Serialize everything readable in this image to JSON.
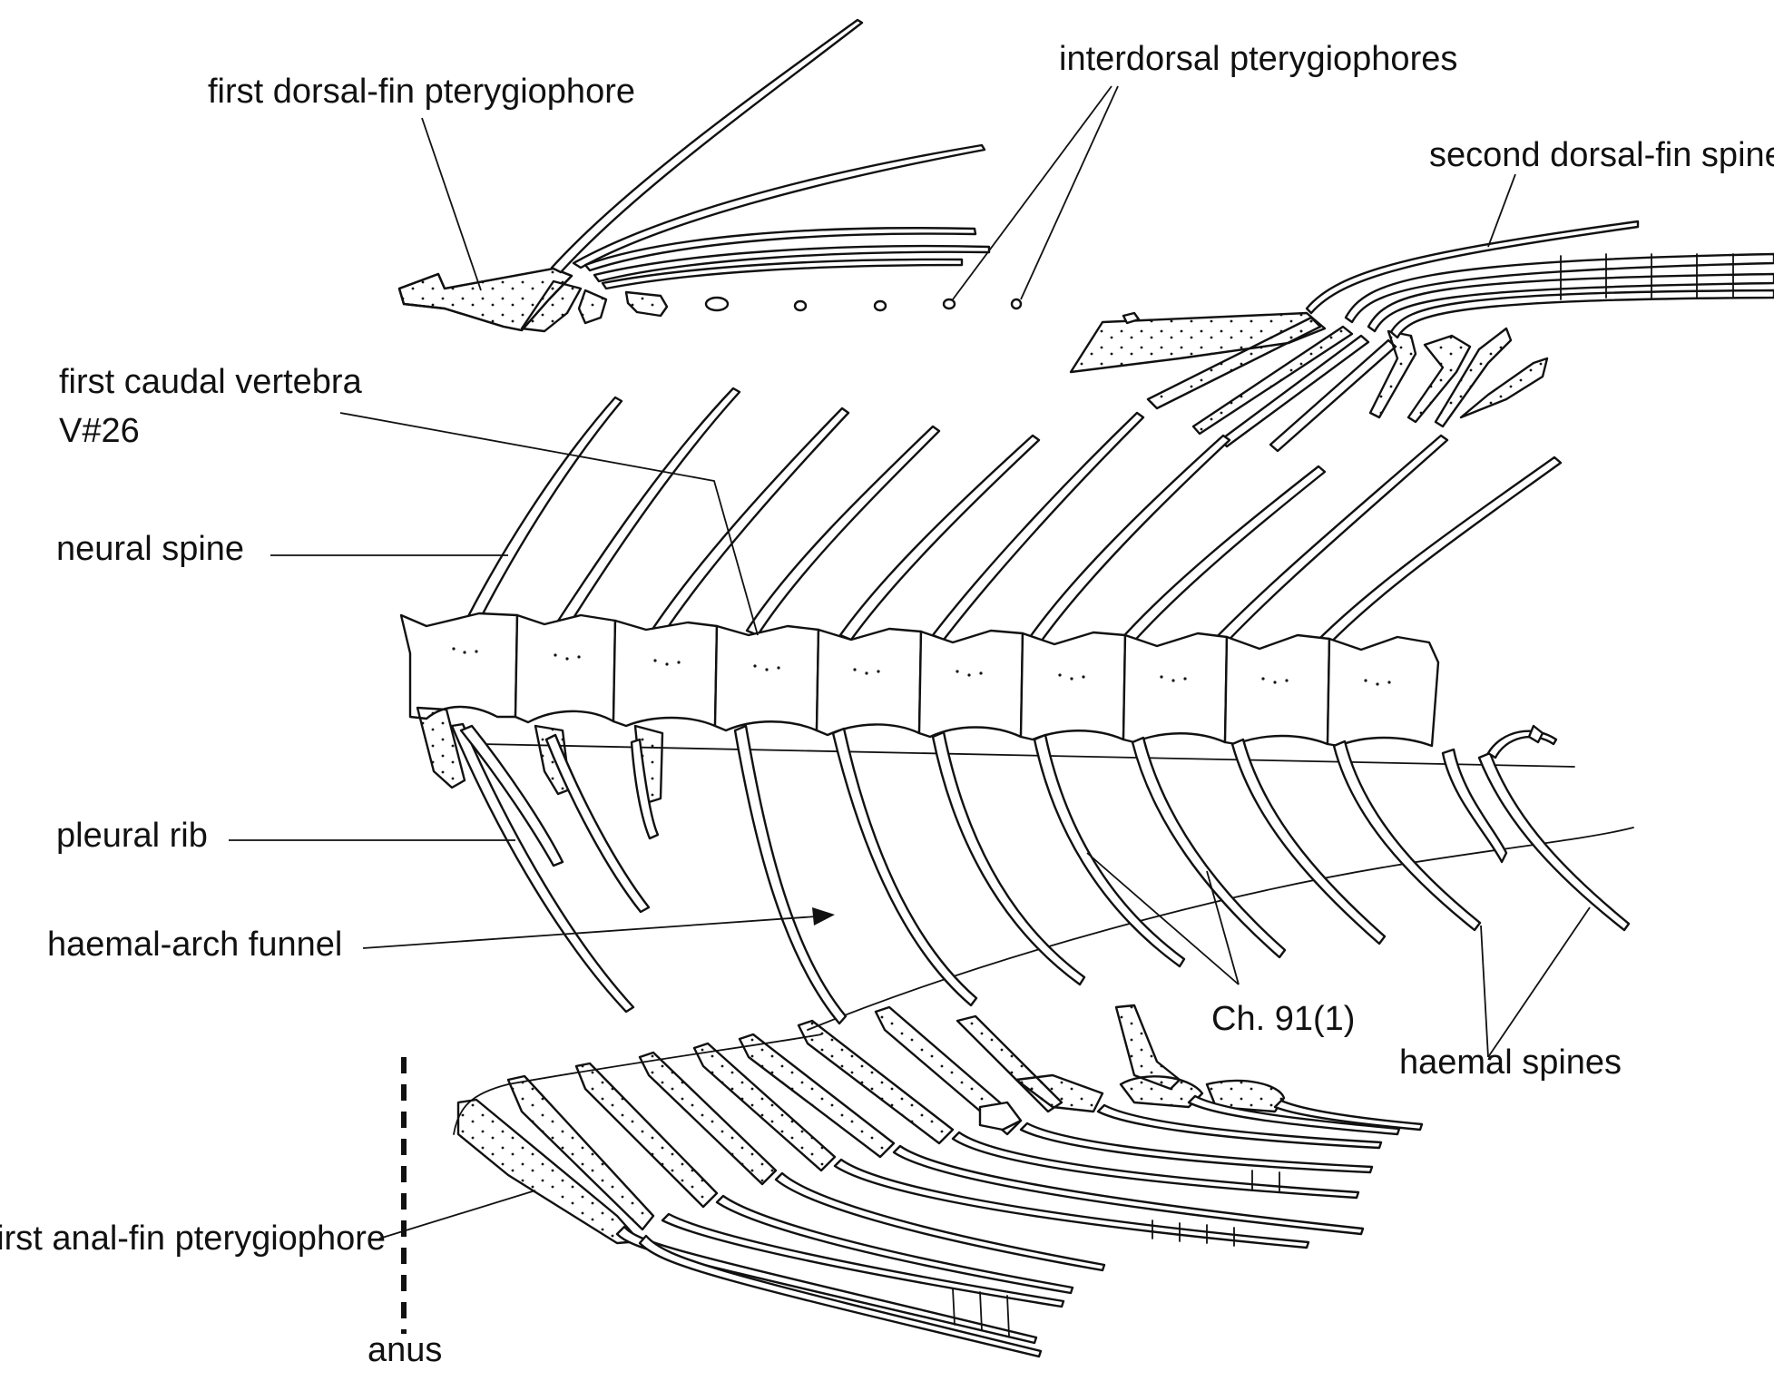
{
  "labels": {
    "first_dorsal_fin_pterygiophore": "first dorsal-fin pterygiophore",
    "interdorsal_pterygiophores": "interdorsal  pterygiophores",
    "second_dorsal_fin_spine": "second dorsal-fin spine",
    "first_caudal_vertebra_line1": "first caudal vertebra",
    "first_caudal_vertebra_line2": "V#26",
    "neural_spine": "neural spine",
    "pleural_rib": "pleural rib",
    "haemal_arch_funnel": "haemal-arch funnel",
    "ch_91": "Ch. 91(1)",
    "haemal_spines": "haemal spines",
    "first_anal_fin_pterygiophore": "first anal-fin pterygiophore",
    "anus": "anus"
  }
}
